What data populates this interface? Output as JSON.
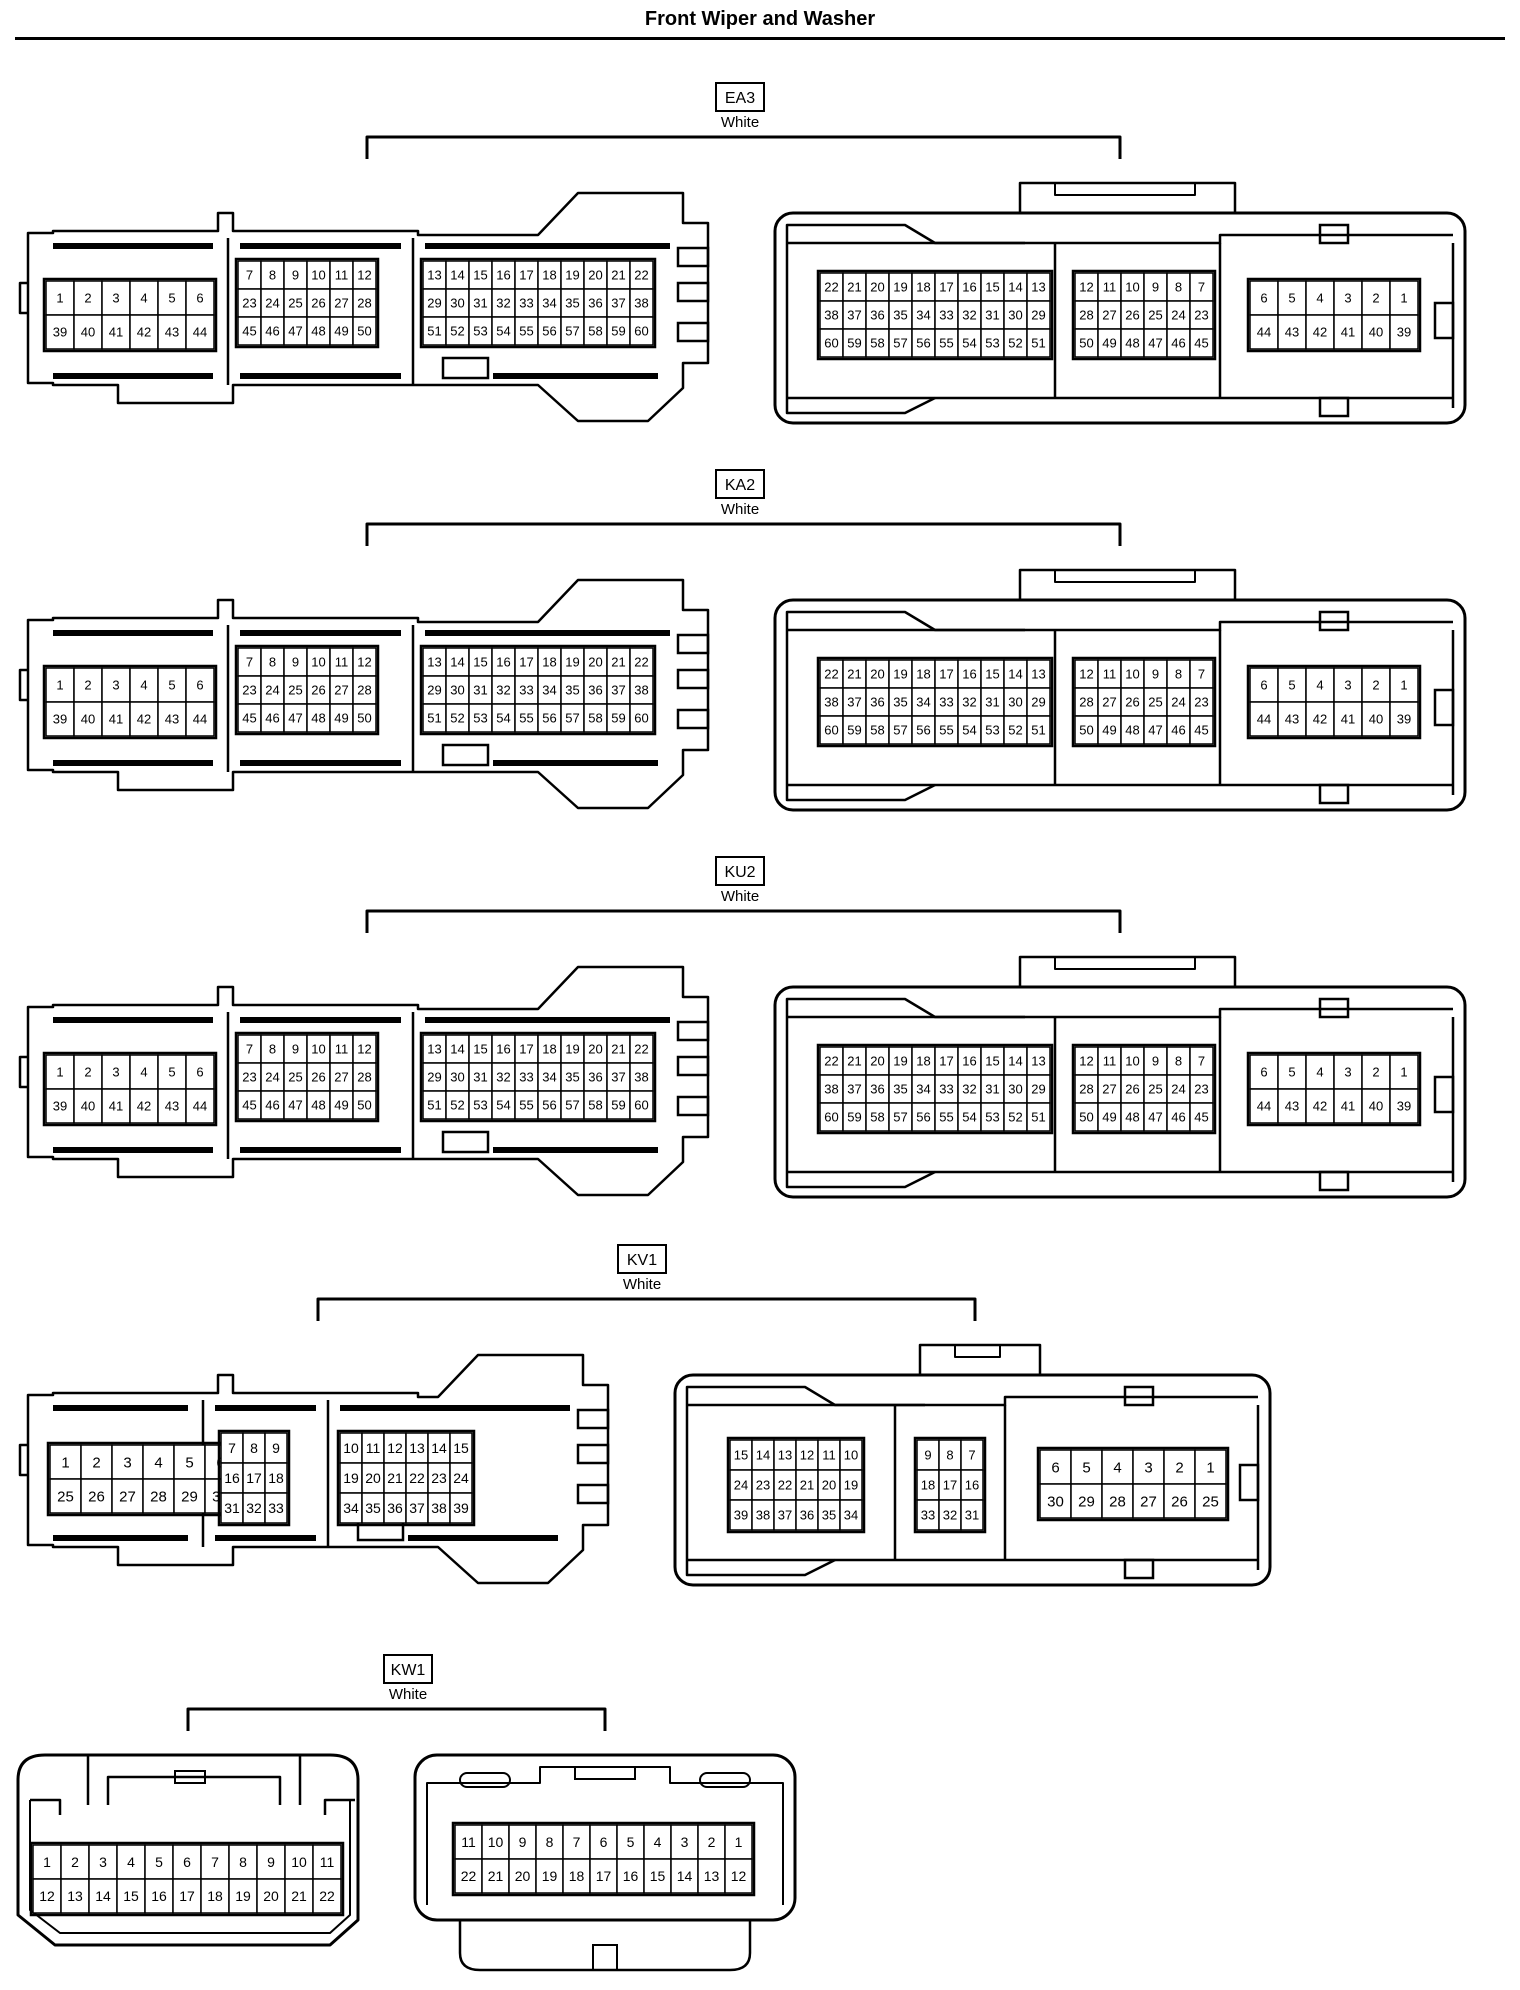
{
  "title": "Front Wiper and Washer",
  "connectors": [
    {
      "id": "EA3",
      "color": "White",
      "left_groups": [
        [
          [
            "1",
            "2",
            "3",
            "4",
            "5",
            "6"
          ],
          [
            "39",
            "40",
            "41",
            "42",
            "43",
            "44"
          ]
        ],
        [
          [
            "7",
            "8",
            "9",
            "10",
            "11",
            "12"
          ],
          [
            "23",
            "24",
            "25",
            "26",
            "27",
            "28"
          ],
          [
            "45",
            "46",
            "47",
            "48",
            "49",
            "50"
          ]
        ],
        [
          [
            "13",
            "14",
            "15",
            "16",
            "17",
            "18",
            "19",
            "20",
            "21",
            "22"
          ],
          [
            "29",
            "30",
            "31",
            "32",
            "33",
            "34",
            "35",
            "36",
            "37",
            "38"
          ],
          [
            "51",
            "52",
            "53",
            "54",
            "55",
            "56",
            "57",
            "58",
            "59",
            "60"
          ]
        ]
      ],
      "right_groups": [
        [
          [
            "22",
            "21",
            "20",
            "19",
            "18",
            "17",
            "16",
            "15",
            "14",
            "13"
          ],
          [
            "38",
            "37",
            "36",
            "35",
            "34",
            "33",
            "32",
            "31",
            "30",
            "29"
          ],
          [
            "60",
            "59",
            "58",
            "57",
            "56",
            "55",
            "54",
            "53",
            "52",
            "51"
          ]
        ],
        [
          [
            "12",
            "11",
            "10",
            "9",
            "8",
            "7"
          ],
          [
            "28",
            "27",
            "26",
            "25",
            "24",
            "23"
          ],
          [
            "50",
            "49",
            "48",
            "47",
            "46",
            "45"
          ]
        ],
        [
          [
            "6",
            "5",
            "4",
            "3",
            "2",
            "1"
          ],
          [
            "44",
            "43",
            "42",
            "41",
            "40",
            "39"
          ]
        ]
      ]
    },
    {
      "id": "KA2",
      "color": "White",
      "left_groups": [
        [
          [
            "1",
            "2",
            "3",
            "4",
            "5",
            "6"
          ],
          [
            "39",
            "40",
            "41",
            "42",
            "43",
            "44"
          ]
        ],
        [
          [
            "7",
            "8",
            "9",
            "10",
            "11",
            "12"
          ],
          [
            "23",
            "24",
            "25",
            "26",
            "27",
            "28"
          ],
          [
            "45",
            "46",
            "47",
            "48",
            "49",
            "50"
          ]
        ],
        [
          [
            "13",
            "14",
            "15",
            "16",
            "17",
            "18",
            "19",
            "20",
            "21",
            "22"
          ],
          [
            "29",
            "30",
            "31",
            "32",
            "33",
            "34",
            "35",
            "36",
            "37",
            "38"
          ],
          [
            "51",
            "52",
            "53",
            "54",
            "55",
            "56",
            "57",
            "58",
            "59",
            "60"
          ]
        ]
      ],
      "right_groups": [
        [
          [
            "22",
            "21",
            "20",
            "19",
            "18",
            "17",
            "16",
            "15",
            "14",
            "13"
          ],
          [
            "38",
            "37",
            "36",
            "35",
            "34",
            "33",
            "32",
            "31",
            "30",
            "29"
          ],
          [
            "60",
            "59",
            "58",
            "57",
            "56",
            "55",
            "54",
            "53",
            "52",
            "51"
          ]
        ],
        [
          [
            "12",
            "11",
            "10",
            "9",
            "8",
            "7"
          ],
          [
            "28",
            "27",
            "26",
            "25",
            "24",
            "23"
          ],
          [
            "50",
            "49",
            "48",
            "47",
            "46",
            "45"
          ]
        ],
        [
          [
            "6",
            "5",
            "4",
            "3",
            "2",
            "1"
          ],
          [
            "44",
            "43",
            "42",
            "41",
            "40",
            "39"
          ]
        ]
      ]
    },
    {
      "id": "KU2",
      "color": "White",
      "left_groups": [
        [
          [
            "1",
            "2",
            "3",
            "4",
            "5",
            "6"
          ],
          [
            "39",
            "40",
            "41",
            "42",
            "43",
            "44"
          ]
        ],
        [
          [
            "7",
            "8",
            "9",
            "10",
            "11",
            "12"
          ],
          [
            "23",
            "24",
            "25",
            "26",
            "27",
            "28"
          ],
          [
            "45",
            "46",
            "47",
            "48",
            "49",
            "50"
          ]
        ],
        [
          [
            "13",
            "14",
            "15",
            "16",
            "17",
            "18",
            "19",
            "20",
            "21",
            "22"
          ],
          [
            "29",
            "30",
            "31",
            "32",
            "33",
            "34",
            "35",
            "36",
            "37",
            "38"
          ],
          [
            "51",
            "52",
            "53",
            "54",
            "55",
            "56",
            "57",
            "58",
            "59",
            "60"
          ]
        ]
      ],
      "right_groups": [
        [
          [
            "22",
            "21",
            "20",
            "19",
            "18",
            "17",
            "16",
            "15",
            "14",
            "13"
          ],
          [
            "38",
            "37",
            "36",
            "35",
            "34",
            "33",
            "32",
            "31",
            "30",
            "29"
          ],
          [
            "60",
            "59",
            "58",
            "57",
            "56",
            "55",
            "54",
            "53",
            "52",
            "51"
          ]
        ],
        [
          [
            "12",
            "11",
            "10",
            "9",
            "8",
            "7"
          ],
          [
            "28",
            "27",
            "26",
            "25",
            "24",
            "23"
          ],
          [
            "50",
            "49",
            "48",
            "47",
            "46",
            "45"
          ]
        ],
        [
          [
            "6",
            "5",
            "4",
            "3",
            "2",
            "1"
          ],
          [
            "44",
            "43",
            "42",
            "41",
            "40",
            "39"
          ]
        ]
      ]
    },
    {
      "id": "KV1",
      "color": "White",
      "left_groups": [
        [
          [
            "1",
            "2",
            "3",
            "4",
            "5",
            "6"
          ],
          [
            "25",
            "26",
            "27",
            "28",
            "29",
            "30"
          ]
        ],
        [
          [
            "7",
            "8",
            "9"
          ],
          [
            "16",
            "17",
            "18"
          ],
          [
            "31",
            "32",
            "33"
          ]
        ],
        [
          [
            "10",
            "11",
            "12",
            "13",
            "14",
            "15"
          ],
          [
            "19",
            "20",
            "21",
            "22",
            "23",
            "24"
          ],
          [
            "34",
            "35",
            "36",
            "37",
            "38",
            "39"
          ]
        ]
      ],
      "right_groups": [
        [
          [
            "15",
            "14",
            "13",
            "12",
            "11",
            "10"
          ],
          [
            "24",
            "23",
            "22",
            "21",
            "20",
            "19"
          ],
          [
            "39",
            "38",
            "37",
            "36",
            "35",
            "34"
          ]
        ],
        [
          [
            "9",
            "8",
            "7"
          ],
          [
            "18",
            "17",
            "16"
          ],
          [
            "33",
            "32",
            "31"
          ]
        ],
        [
          [
            "6",
            "5",
            "4",
            "3",
            "2",
            "1"
          ],
          [
            "30",
            "29",
            "28",
            "27",
            "26",
            "25"
          ]
        ]
      ]
    },
    {
      "id": "KW1",
      "color": "White",
      "left_groups": [
        [
          [
            "1",
            "2",
            "3",
            "4",
            "5",
            "6",
            "7",
            "8",
            "9",
            "10",
            "11"
          ],
          [
            "12",
            "13",
            "14",
            "15",
            "16",
            "17",
            "18",
            "19",
            "20",
            "21",
            "22"
          ]
        ]
      ],
      "right_groups": [
        [
          [
            "11",
            "10",
            "9",
            "8",
            "7",
            "6",
            "5",
            "4",
            "3",
            "2",
            "1"
          ],
          [
            "22",
            "21",
            "20",
            "19",
            "18",
            "17",
            "16",
            "15",
            "14",
            "13",
            "12"
          ]
        ]
      ]
    }
  ]
}
